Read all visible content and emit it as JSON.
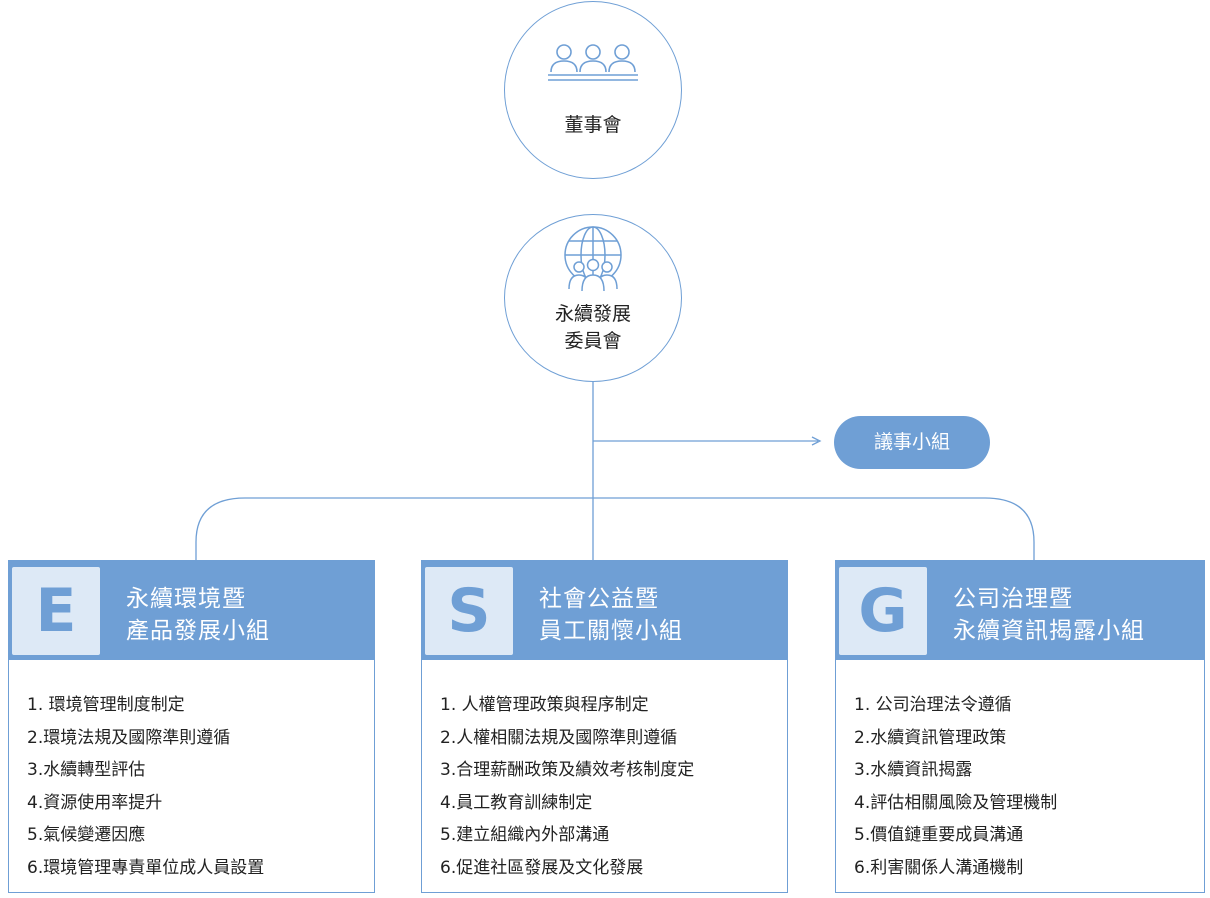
{
  "board": {
    "label": "董事會",
    "icon": "people-icon"
  },
  "committee": {
    "label_line1": "永續發展",
    "label_line2": "委員會",
    "icon": "globe-people-icon"
  },
  "agenda_group": {
    "label": "議事小組"
  },
  "accent_color": "#6f9fd5",
  "light_color": "#dde9f6",
  "groups": [
    {
      "letter": "E",
      "title_line1": "永續環境暨",
      "title_line2": "產品發展小組",
      "items": [
        "1. 環境管理制度制定",
        "2.環境法規及國際準則遵循",
        "3.水續轉型評估",
        "4.資源使用率提升",
        "5.氣候變遷因應",
        "6.環境管理專責單位成人員設置"
      ]
    },
    {
      "letter": "S",
      "title_line1": "社會公益暨",
      "title_line2": "員工關懷小組",
      "items": [
        "1. 人權管理政策與程序制定",
        "2.人權相關法規及國際準則遵循",
        "3.合理薪酬政策及績效考核制度定",
        "4.員工教育訓練制定",
        "5.建立組織內外部溝通",
        "6.促進社區發展及文化發展"
      ]
    },
    {
      "letter": "G",
      "title_line1": "公司治理暨",
      "title_line2": "永續資訊揭露小組",
      "items": [
        "1. 公司治理法令遵循",
        "2.水續資訊管理政策",
        "3.水續資訊揭露",
        "4.評估相關風險及管理機制",
        "5.價值鏈重要成員溝通",
        "6.利害關係人溝通機制"
      ]
    }
  ]
}
